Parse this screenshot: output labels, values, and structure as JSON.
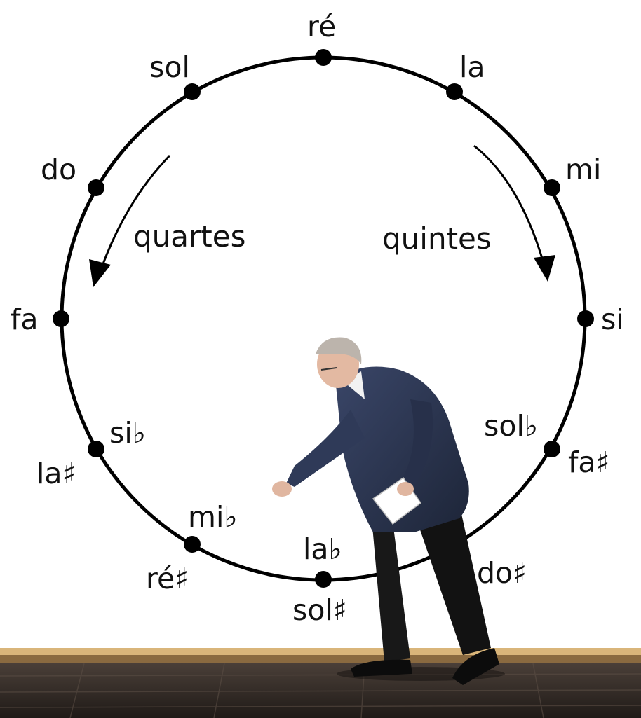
{
  "diagram": {
    "notes": [
      {
        "id": "re",
        "name": "ré",
        "alt": "",
        "accidental_alt": ""
      },
      {
        "id": "la",
        "name": "la",
        "alt": "",
        "accidental_alt": ""
      },
      {
        "id": "mi",
        "name": "mi",
        "alt": "",
        "accidental_alt": ""
      },
      {
        "id": "si",
        "name": "si",
        "alt": "",
        "accidental_alt": ""
      },
      {
        "id": "solb",
        "name": "sol",
        "accidental": "♭",
        "alt": "fa",
        "accidental_alt": "♯"
      },
      {
        "id": "dosharp",
        "name": "do",
        "accidental": "♯",
        "alt": "",
        "accidental_alt": ""
      },
      {
        "id": "lab",
        "name": "la",
        "accidental": "♭",
        "alt": "sol",
        "accidental_alt": "♯"
      },
      {
        "id": "mib",
        "name": "mi",
        "accidental": "♭",
        "alt": "ré",
        "accidental_alt": "♯"
      },
      {
        "id": "sib",
        "name": "si",
        "accidental": "♭",
        "alt": "la",
        "accidental_alt": "♯"
      },
      {
        "id": "fa",
        "name": "fa",
        "alt": "",
        "accidental_alt": ""
      },
      {
        "id": "do",
        "name": "do",
        "alt": "",
        "accidental_alt": ""
      },
      {
        "id": "sol",
        "name": "sol",
        "alt": "",
        "accidental_alt": ""
      }
    ],
    "directions": {
      "left": "quartes",
      "right": "quintes"
    }
  },
  "colors": {
    "background": "#ffffff",
    "circle": "#000000",
    "wall_trim": "#c8a060",
    "floor": "#2b2522",
    "suit": "#2a3550"
  }
}
